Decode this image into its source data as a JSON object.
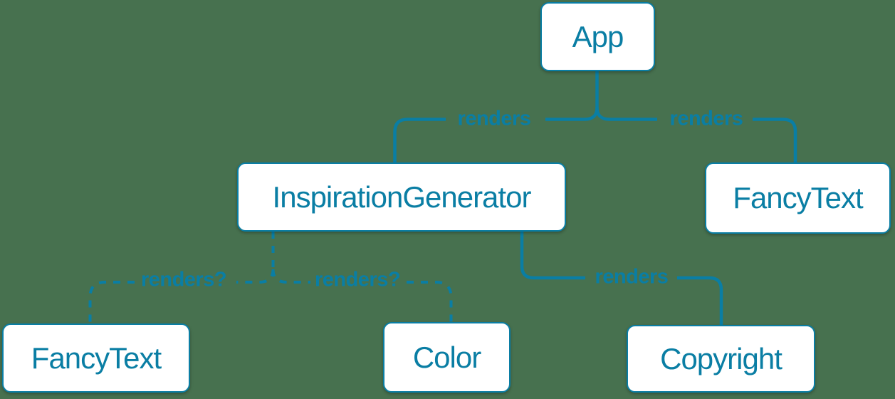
{
  "diagram": {
    "nodes": {
      "app": {
        "label": "App"
      },
      "inspiration_generator": {
        "label": "InspirationGenerator"
      },
      "fancy_text_top": {
        "label": "FancyText"
      },
      "fancy_text_bottom": {
        "label": "FancyText"
      },
      "color": {
        "label": "Color"
      },
      "copyright": {
        "label": "Copyright"
      }
    },
    "edges": {
      "app_to_inspiration_generator": {
        "label": "renders",
        "style": "solid"
      },
      "app_to_fancy_text": {
        "label": "renders",
        "style": "solid"
      },
      "inspiration_generator_to_fancy_text": {
        "label": "renders?",
        "style": "dashed"
      },
      "inspiration_generator_to_color": {
        "label": "renders?",
        "style": "dashed"
      },
      "inspiration_generator_to_copyright": {
        "label": "renders",
        "style": "solid"
      }
    }
  },
  "theme": {
    "accent": "#0a7ea4",
    "node_fill": "#ffffff",
    "background": "#47714f"
  }
}
